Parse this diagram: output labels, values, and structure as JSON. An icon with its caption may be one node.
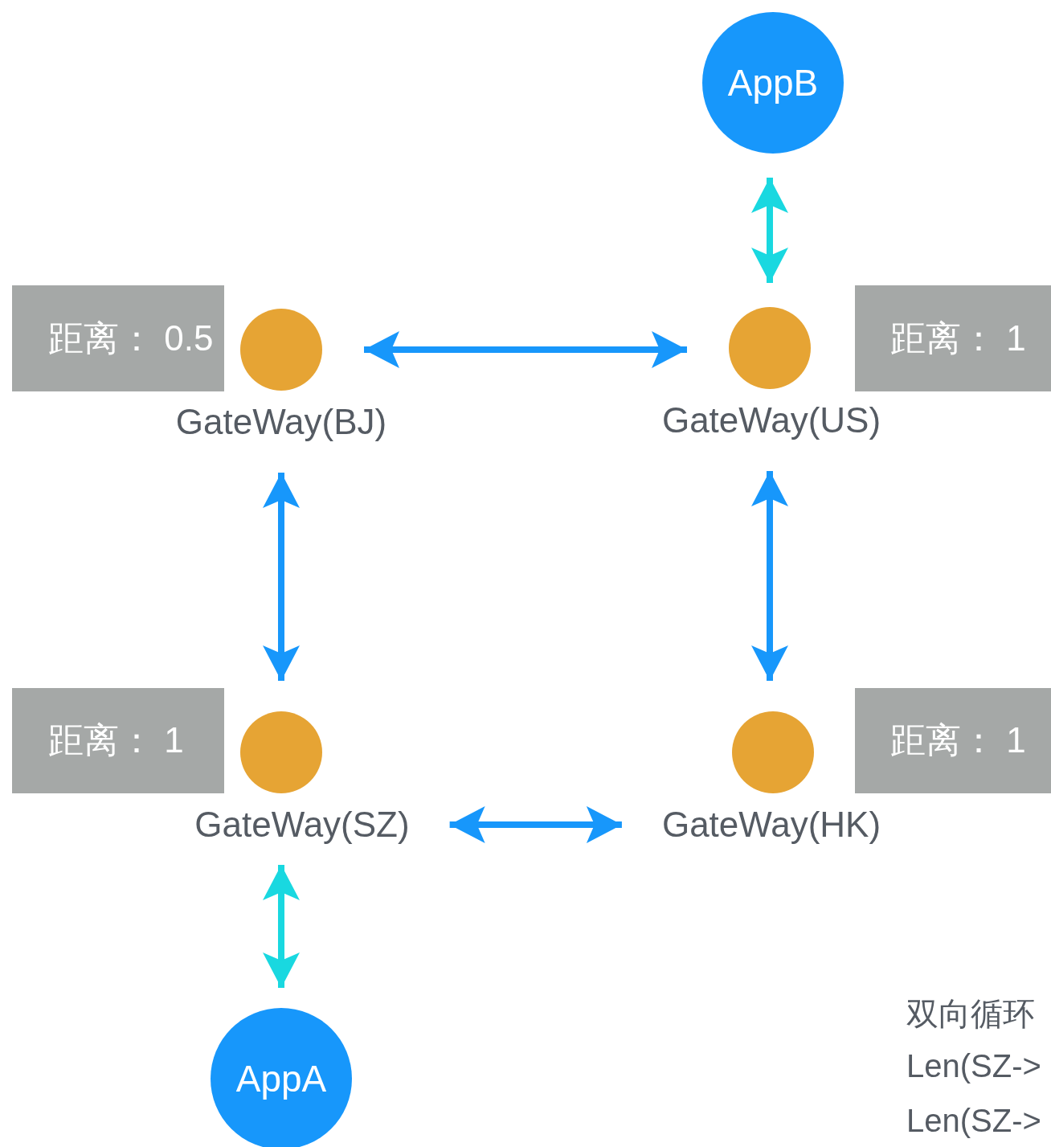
{
  "diagram": {
    "nodes": [
      {
        "text": [
          "AppB"
        ]
      },
      {
        "text": [
          "距离： 0.5"
        ]
      },
      {
        "text": [
          "GateWay(BJ)"
        ]
      },
      {
        "text": [
          "GateWay(US)"
        ]
      },
      {
        "text": [
          "距离： 1"
        ]
      },
      {
        "text": [
          "距离： 1"
        ]
      },
      {
        "text": [
          "GateWay(SZ)"
        ]
      },
      {
        "text": [
          "GateWay(HK)"
        ]
      },
      {
        "text": [
          "距离： 1"
        ]
      },
      {
        "text": [
          "AppA"
        ]
      }
    ],
    "edges": [
      {
        "from": 0,
        "to": 3,
        "arrow": "both",
        "color": "#19d8e0"
      },
      {
        "from": 2,
        "to": 3,
        "arrow": "both"
      },
      {
        "from": 2,
        "to": 6,
        "arrow": "both"
      },
      {
        "from": 3,
        "to": 7,
        "arrow": "both"
      },
      {
        "from": 6,
        "to": 7,
        "arrow": "both"
      },
      {
        "from": 6,
        "to": 9,
        "arrow": "both",
        "color": "#19d8e0"
      }
    ],
    "labels": [
      "双向循环",
      "Len(SZ->",
      "Len(SZ->"
    ]
  }
}
